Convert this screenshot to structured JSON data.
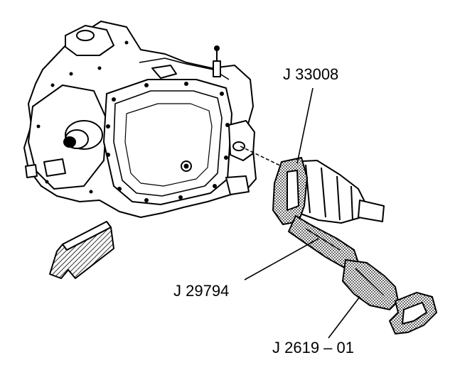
{
  "callouts": {
    "j33008": "J 33008",
    "j29794": "J 29794",
    "j2619": "J 2619 – 01"
  },
  "colors": {
    "ink": "#000000",
    "paper": "#ffffff",
    "shade": "#8a8a8a"
  }
}
